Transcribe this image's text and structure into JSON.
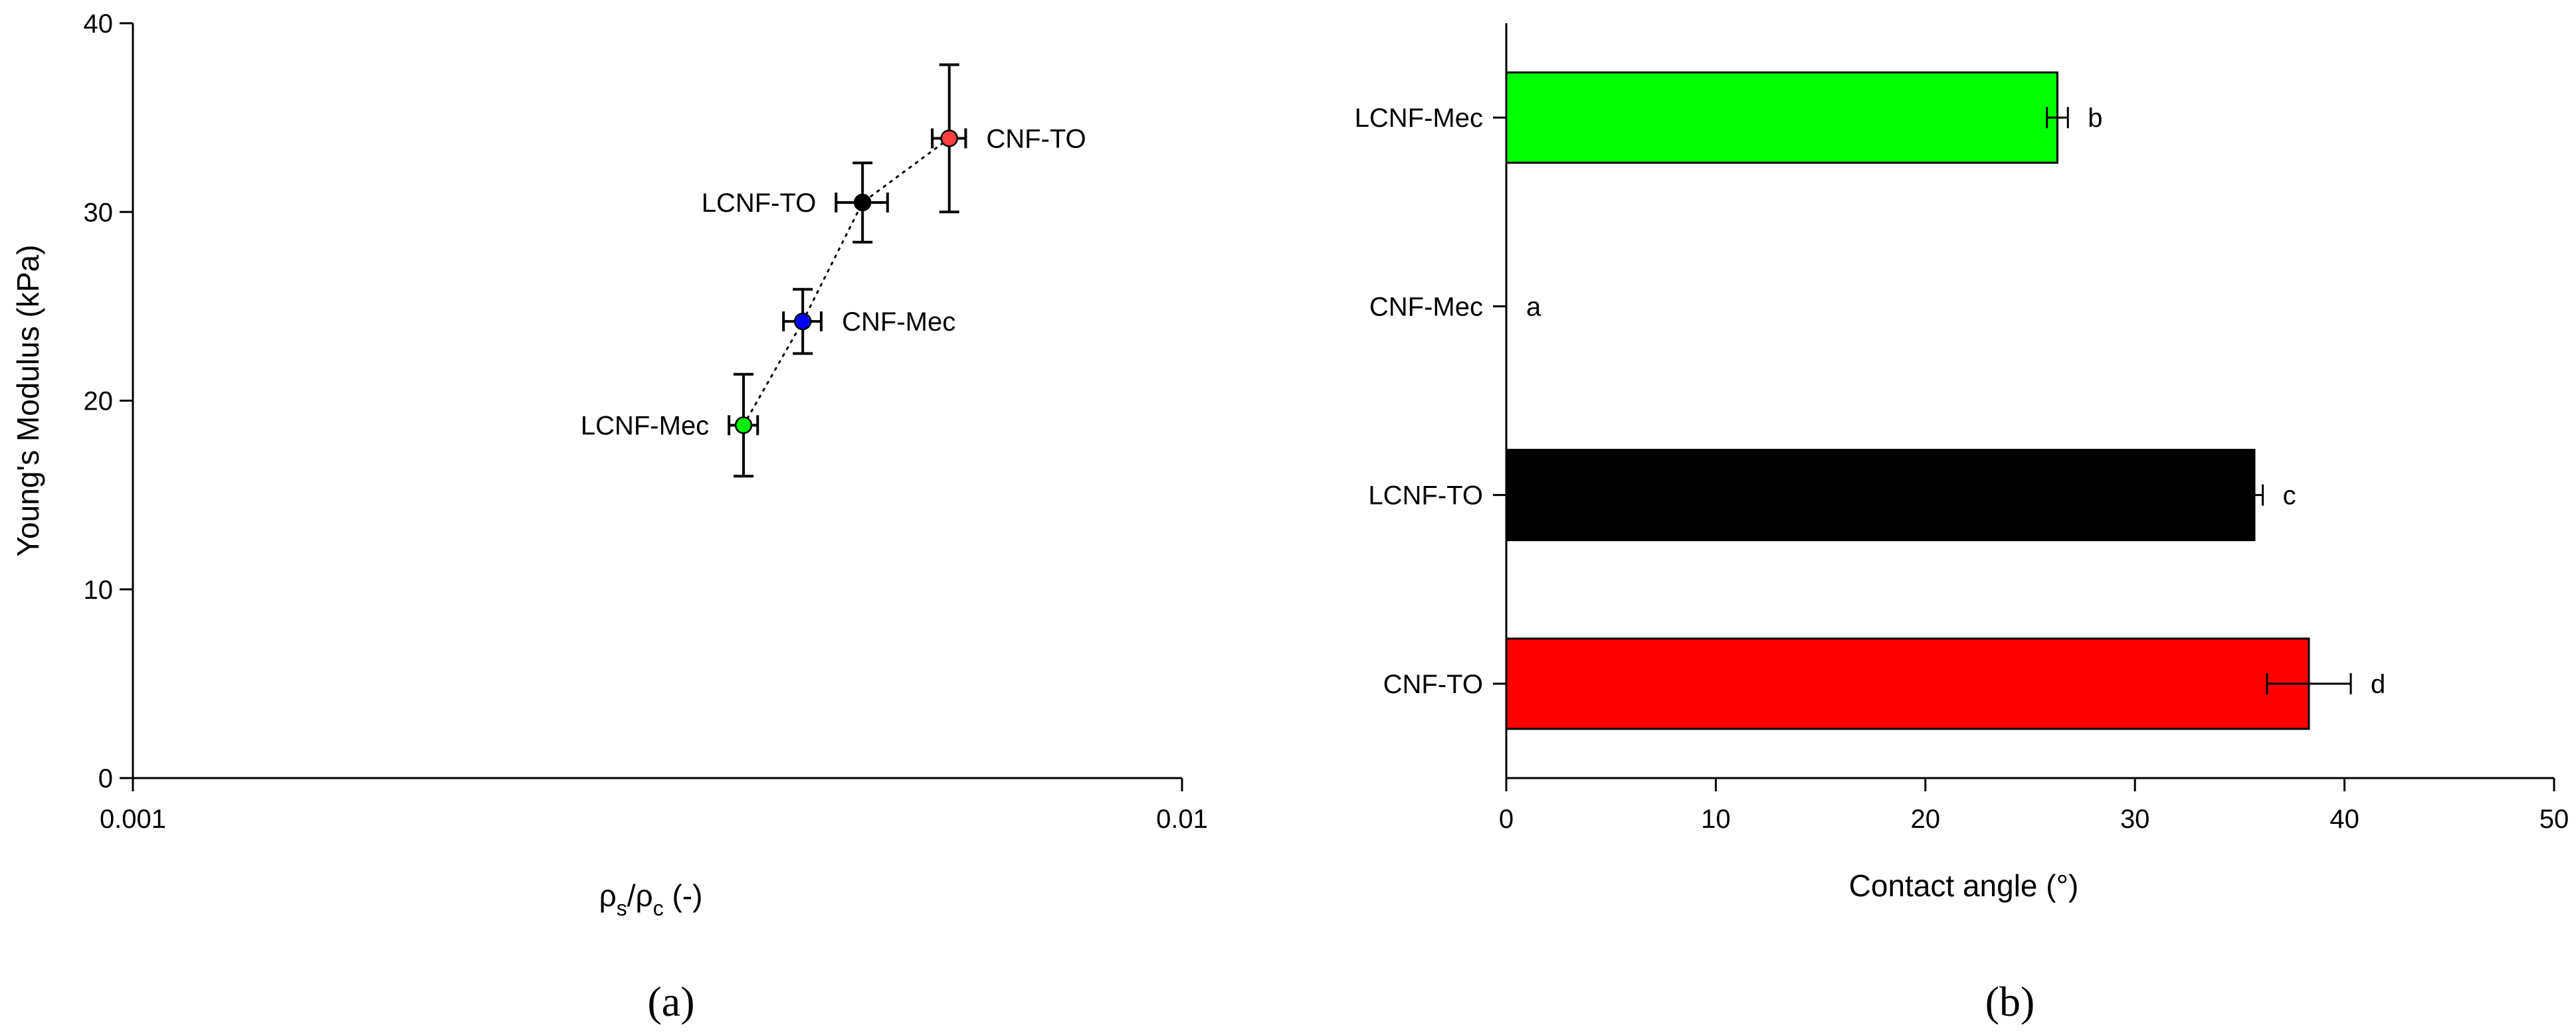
{
  "panels": {
    "a": "(a)",
    "b": "(b)"
  },
  "chart_data": [
    {
      "type": "scatter",
      "title": "",
      "xlabel": {
        "base": "ρ",
        "sub1": "s",
        "slash": "/",
        "base2": "ρ",
        "sub2": "c",
        "unit": " (-)"
      },
      "ylabel": "Young's Modulus (kPa)",
      "xscale": "log",
      "xlim": [
        0.001,
        0.01
      ],
      "ylim": [
        0,
        40
      ],
      "xticks": [
        {
          "value": 0.001,
          "label": "0.001"
        },
        {
          "value": 0.01,
          "label": "0.01"
        }
      ],
      "yticks": [
        0,
        10,
        20,
        30,
        40
      ],
      "fit_line": "dotted",
      "points": [
        {
          "label": "LCNF-Mec",
          "x": 0.00382,
          "y": 18.7,
          "xerr": 0.00012,
          "yerr": 2.7,
          "color": "#00ee00",
          "label_side": "left"
        },
        {
          "label": "CNF-Mec",
          "x": 0.00435,
          "y": 24.2,
          "xerr": 0.00018,
          "yerr": 1.7,
          "color": "#0000ff",
          "label_side": "right"
        },
        {
          "label": "LCNF-TO",
          "x": 0.00496,
          "y": 30.5,
          "xerr": 0.00028,
          "yerr": 2.1,
          "color": "#000000",
          "label_side": "left"
        },
        {
          "label": "CNF-TO",
          "x": 0.006,
          "y": 33.9,
          "xerr": 0.00022,
          "yerr": 3.9,
          "color": "#ff4040",
          "label_side": "right"
        }
      ]
    },
    {
      "type": "bar",
      "orientation": "horizontal",
      "title": "",
      "xlabel": "Contact angle (°)",
      "ylabel": "",
      "xlim": [
        0,
        50
      ],
      "xticks": [
        0,
        10,
        20,
        30,
        40,
        50
      ],
      "categories": [
        "LCNF-Mec",
        "CNF-Mec",
        "LCNF-TO",
        "CNF-TO"
      ],
      "values": [
        26.3,
        0,
        35.7,
        38.3
      ],
      "errors": [
        0.5,
        0,
        0.4,
        2.0
      ],
      "letters": [
        "b",
        "a",
        "c",
        "d"
      ],
      "colors": [
        "#00ff00",
        "#ffffff",
        "#000000",
        "#ff0000"
      ]
    }
  ]
}
